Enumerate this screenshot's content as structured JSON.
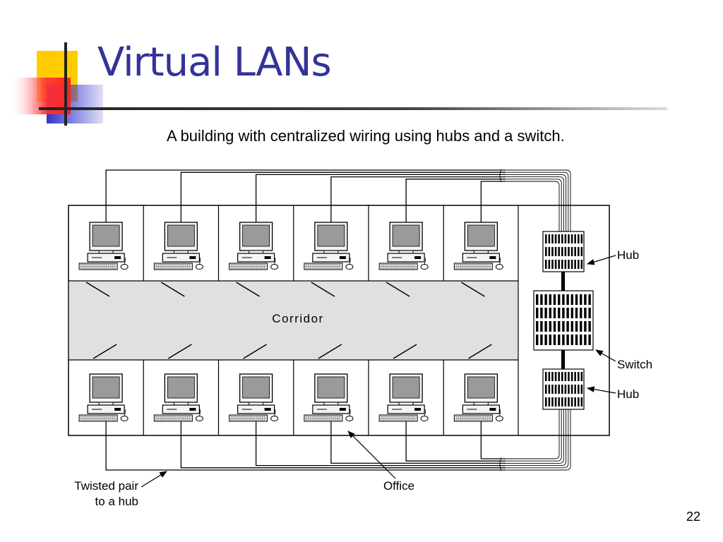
{
  "slide": {
    "title": "Virtual LANs",
    "subtitle": "A building with centralized wiring using hubs and a switch.",
    "page_number": "22"
  },
  "diagram": {
    "offices_per_row": 6,
    "corridor_label": "Corridor",
    "labels": {
      "hub_top": "Hub",
      "switch": "Switch",
      "hub_bottom": "Hub",
      "twisted_pair_line1": "Twisted pair",
      "twisted_pair_line2": "to a hub",
      "office": "Office"
    }
  },
  "colors": {
    "title": "#333399",
    "corridor": "#e0e0e0",
    "monitor_screen": "#9a9a9a",
    "logo_yellow": "#ffcc00",
    "logo_red": "#ff3333",
    "logo_blue": "#3333cc"
  }
}
